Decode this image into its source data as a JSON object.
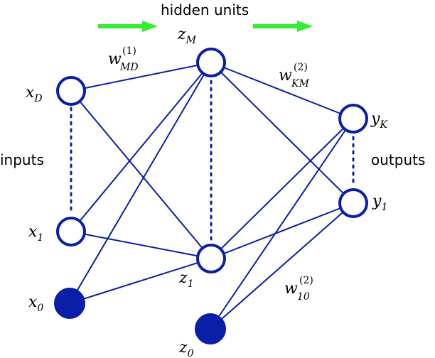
{
  "header": {
    "hidden_units_label": "hidden units"
  },
  "side_labels": {
    "inputs": "inputs",
    "outputs": "outputs"
  },
  "nodes": {
    "x_D": {
      "main": "x",
      "sub": "D"
    },
    "x_1": {
      "main": "x",
      "sub": "1"
    },
    "x_0": {
      "main": "x",
      "sub": "0"
    },
    "z_M": {
      "main": "z",
      "sub": "M"
    },
    "z_1": {
      "main": "z",
      "sub": "1"
    },
    "z_0": {
      "main": "z",
      "sub": "0"
    },
    "y_K": {
      "main": "y",
      "sub": "K"
    },
    "y_1": {
      "main": "y",
      "sub": "1"
    }
  },
  "weights": {
    "w_MD_1": {
      "main": "w",
      "sup": "(1)",
      "sub": "MD"
    },
    "w_KM_2": {
      "main": "w",
      "sup": "(2)",
      "sub": "KM"
    },
    "w_10_2": {
      "main": "w",
      "sup": "(2)",
      "sub": "10"
    }
  },
  "colors": {
    "network": "#0a1ea8",
    "arrows": "#33ee33"
  }
}
